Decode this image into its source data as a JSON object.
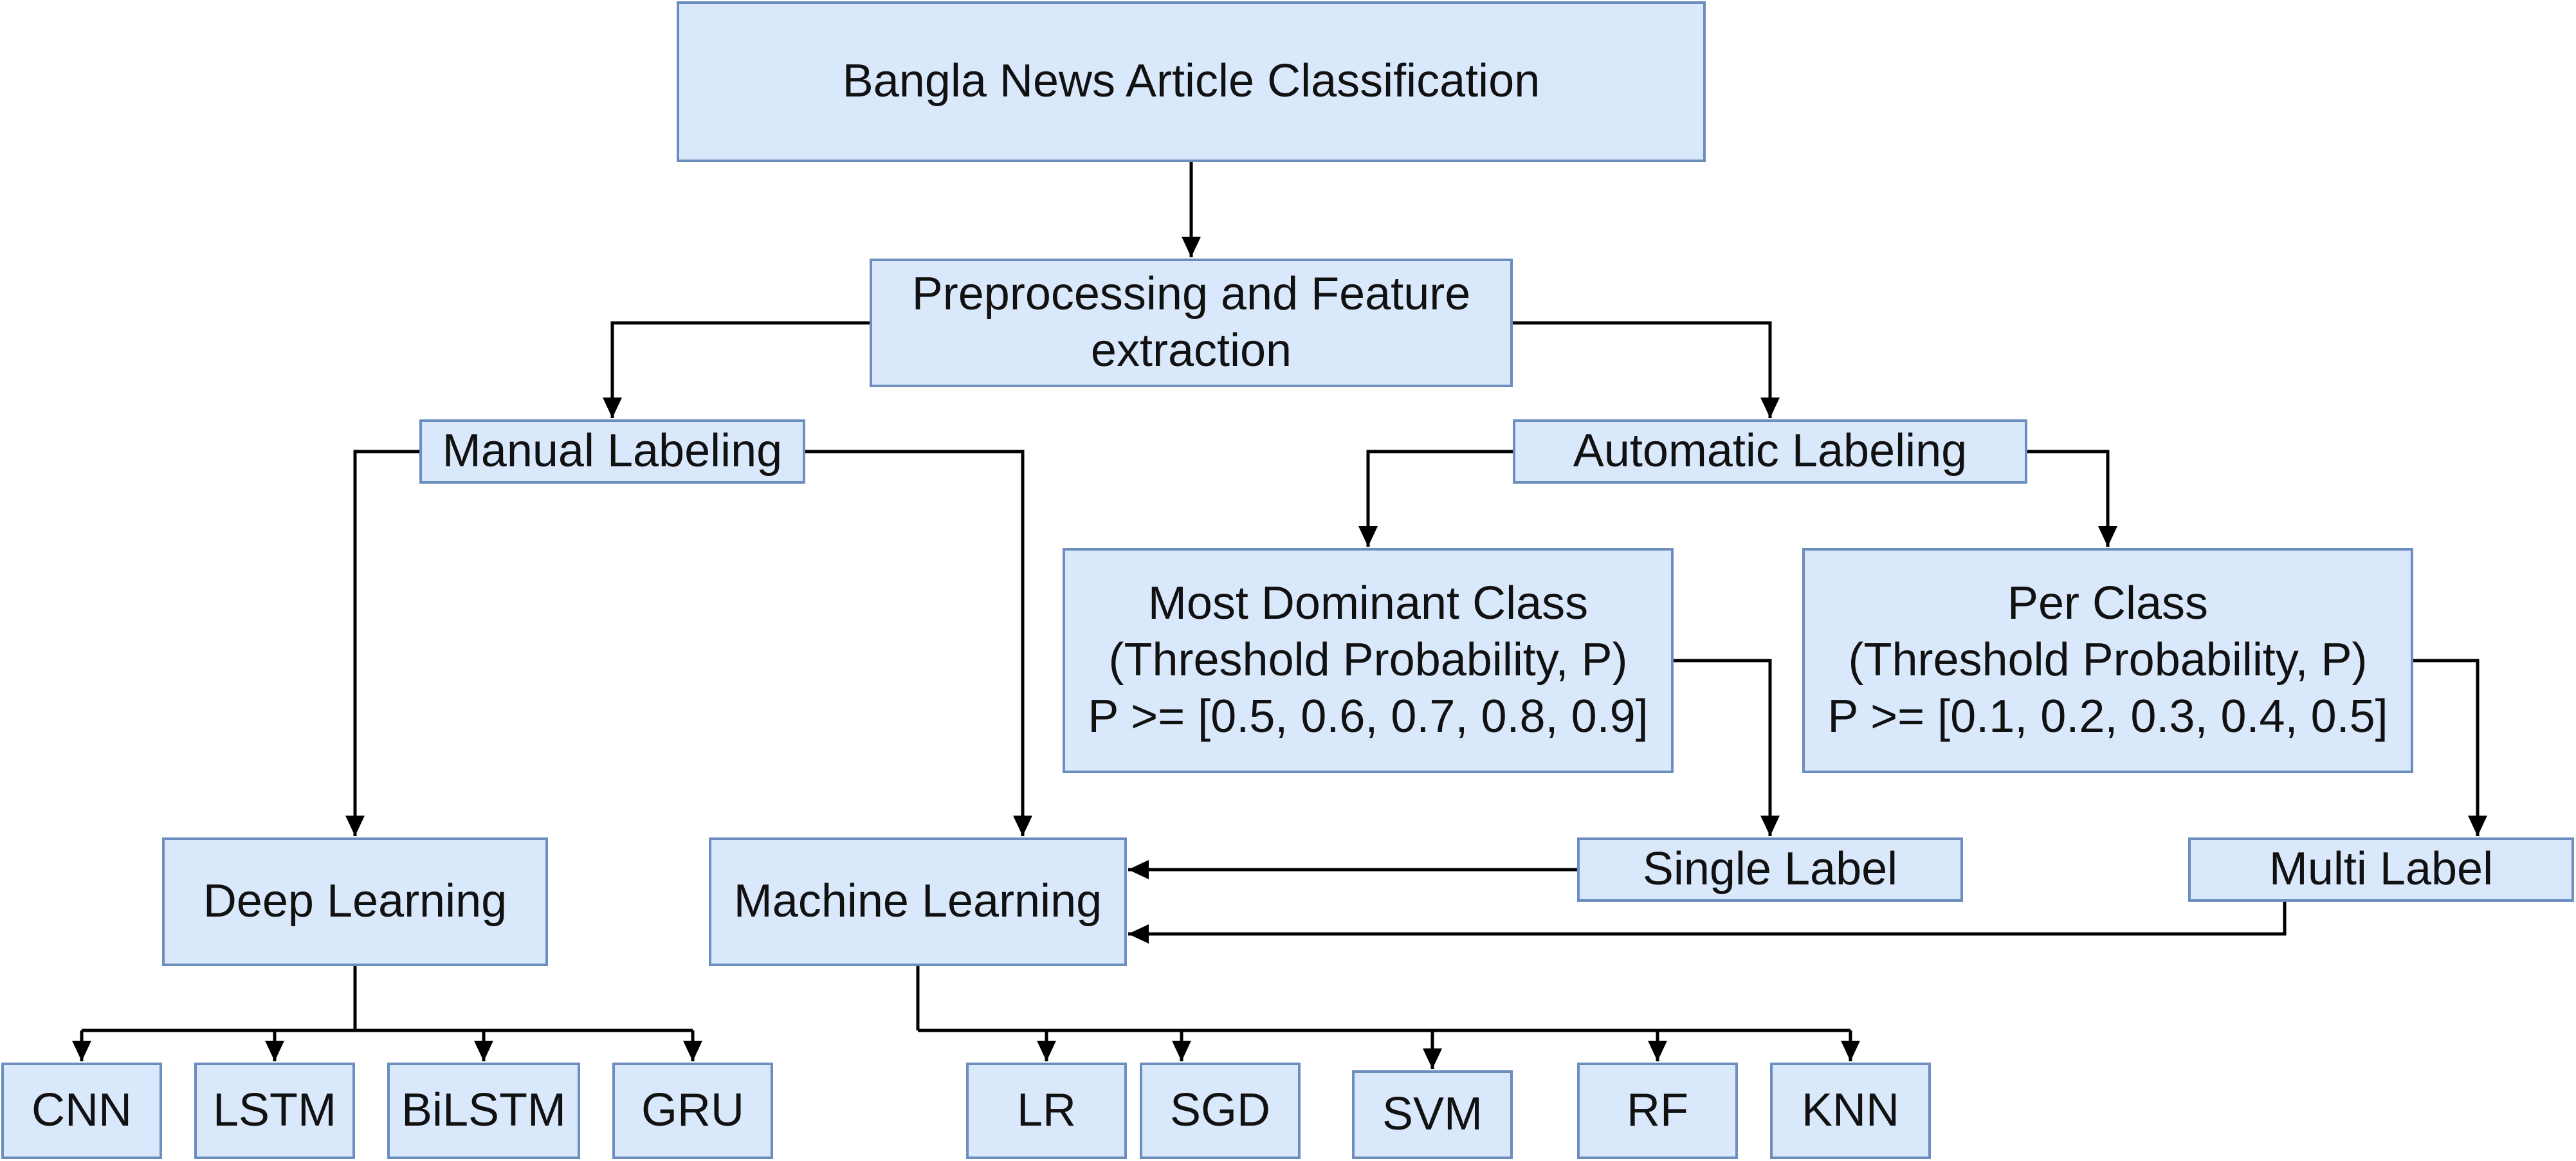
{
  "nodes": {
    "root": "Bangla News Article Classification",
    "preprocessing": "Preprocessing and Feature\nextraction",
    "manual_labeling": "Manual Labeling",
    "automatic_labeling": "Automatic Labeling",
    "most_dominant": "Most Dominant Class\n(Threshold Probability, P)\nP >= [0.5, 0.6, 0.7, 0.8, 0.9]",
    "per_class": "Per Class\n(Threshold Probability, P)\nP >= [0.1, 0.2, 0.3, 0.4, 0.5]",
    "deep_learning": "Deep Learning",
    "machine_learning": "Machine Learning",
    "single_label": "Single Label",
    "multi_label": "Multi Label",
    "cnn": "CNN",
    "lstm": "LSTM",
    "bilstm": "BiLSTM",
    "gru": "GRU",
    "lr": "LR",
    "sgd": "SGD",
    "svm": "SVM",
    "rf": "RF",
    "knn": "KNN"
  },
  "colors": {
    "node_fill": "#dae8fc",
    "node_border": "#6c8ebf",
    "edge": "#000000"
  }
}
